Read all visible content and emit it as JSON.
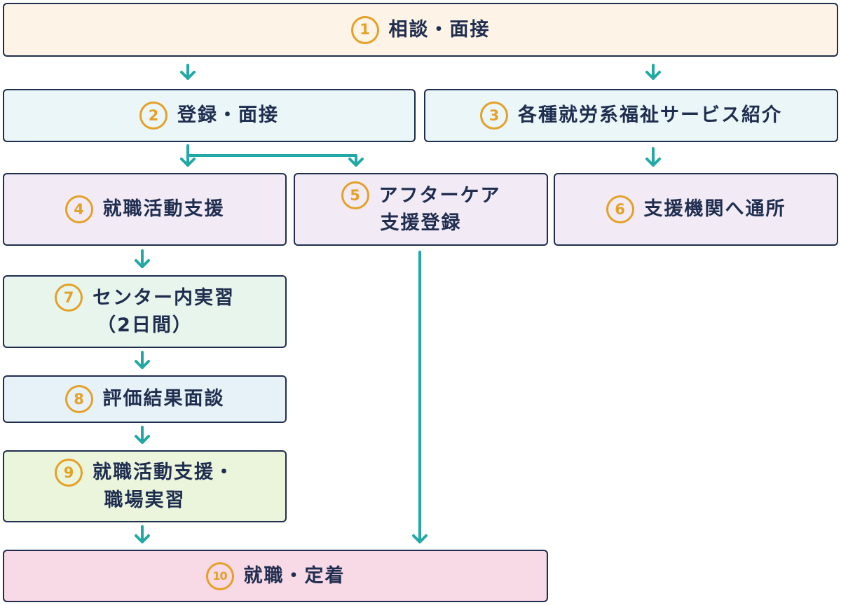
{
  "colors": {
    "border": "#1f2d4f",
    "number": "#e5a127",
    "arrow": "#22a9a5"
  },
  "steps": [
    {
      "num": "1",
      "label": "相談・面接",
      "bg": "#fdf3e6"
    },
    {
      "num": "2",
      "label": "登録・面接",
      "bg": "#eaf6f8"
    },
    {
      "num": "3",
      "label": "各種就労系福祉サービス紹介",
      "bg": "#eaf6f8"
    },
    {
      "num": "4",
      "label": "就職活動支援",
      "bg": "#f2ebf6"
    },
    {
      "num": "5",
      "label": "アフターケア",
      "label2": "支援登録",
      "bg": "#f2ebf6"
    },
    {
      "num": "6",
      "label": "支援機関へ通所",
      "bg": "#f2ebf6"
    },
    {
      "num": "7",
      "label": "センター内実習",
      "label2": "（2日間）",
      "bg": "#e8f5ec"
    },
    {
      "num": "8",
      "label": "評価結果面談",
      "bg": "#e6f1f8"
    },
    {
      "num": "9",
      "label": "就職活動支援・",
      "label2": "職場実習",
      "bg": "#eaf5dc"
    },
    {
      "num": "10",
      "label": "就職・定着",
      "bg": "#f8d9e6"
    }
  ]
}
